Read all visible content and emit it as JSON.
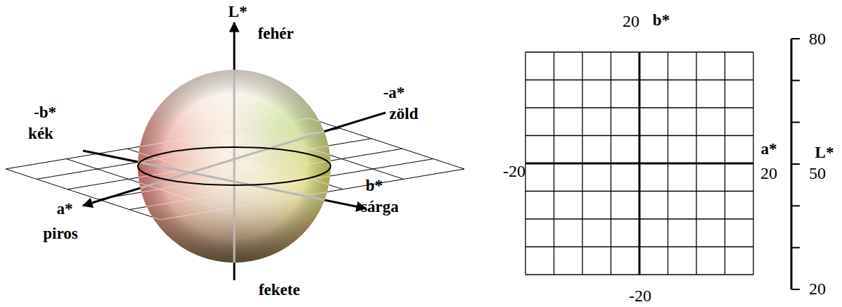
{
  "diagram": {
    "labels": [
      "L*",
      "fehér",
      "-b*",
      "kék",
      "-a*",
      "zöld",
      "a*",
      "piros",
      "b*",
      "sárga",
      "fekete",
      "20",
      "b*",
      "80",
      "a*",
      "L*",
      "-20",
      "20",
      "50",
      "20",
      "-20"
    ]
  }
}
